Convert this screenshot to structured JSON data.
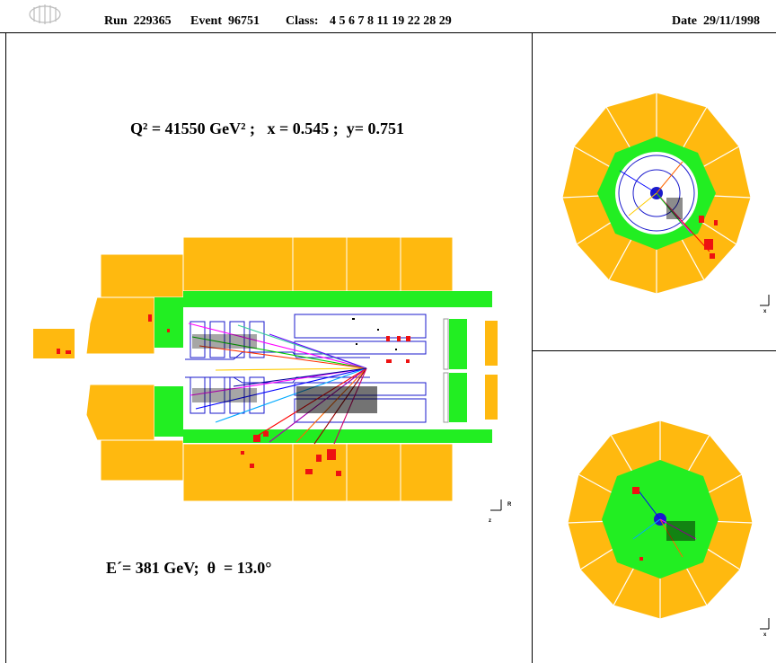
{
  "header": {
    "run": "Run  229365",
    "event": "Event  96751",
    "class_label": "Class:",
    "class_values": "4 5 6 7 8 11 19 22 28 29",
    "date": "Date  29/11/1998"
  },
  "kinematics": {
    "line1": "Q² = 41550 GeV² ;   x = 0.545 ;  y= 0.751",
    "line2": "E´= 381 GeV;  θ  = 13.0°"
  },
  "axes": {
    "side_view": {
      "vertical": "R",
      "horizontal": "z"
    },
    "radial_view_top": {
      "horizontal": "x"
    },
    "radial_view_bottom": {
      "horizontal": "x"
    }
  },
  "colors": {
    "calorimeter": "#ffb90f",
    "inner_ring": "#22ee22",
    "energy_deposit": "#ee1111",
    "tracker": "#1a1acc"
  }
}
